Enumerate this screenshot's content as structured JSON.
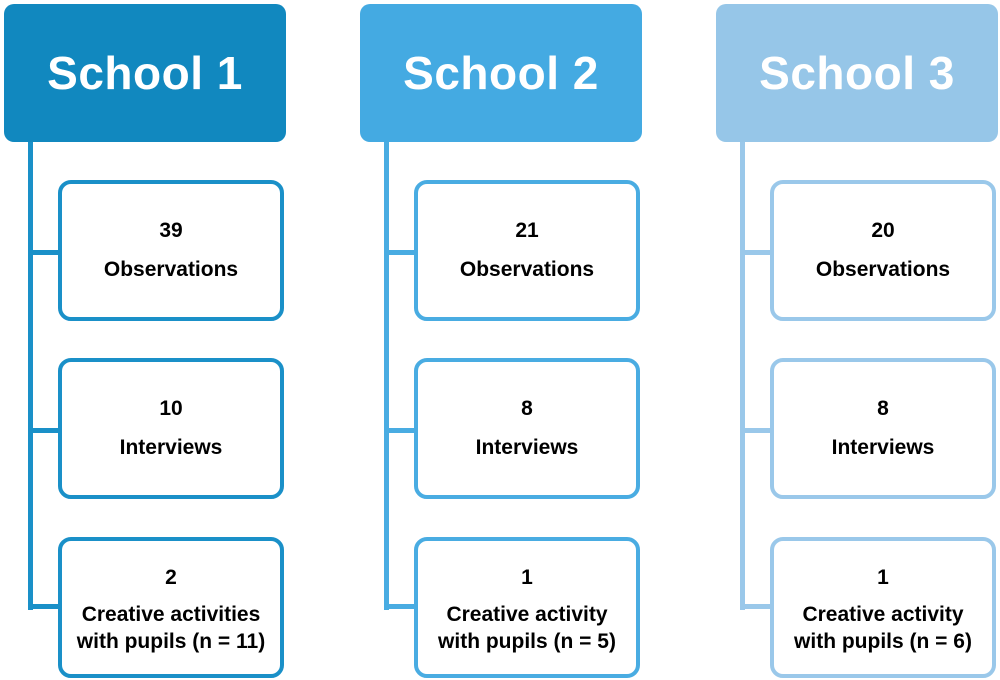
{
  "schools": [
    {
      "name": "School 1",
      "color": "#1188bf",
      "items": [
        {
          "count": "39",
          "label": "Observations"
        },
        {
          "count": "10",
          "label": "Interviews"
        },
        {
          "count": "2",
          "label_line1": "Creative activities",
          "label_line2": "with pupils (n = 11)"
        }
      ]
    },
    {
      "name": "School 2",
      "color": "#44aae2",
      "items": [
        {
          "count": "21",
          "label": "Observations"
        },
        {
          "count": "8",
          "label": "Interviews"
        },
        {
          "count": "1",
          "label_line1": "Creative activity",
          "label_line2": "with pupils (n = 5)"
        }
      ]
    },
    {
      "name": "School 3",
      "color": "#96c6e8",
      "items": [
        {
          "count": "20",
          "label": "Observations"
        },
        {
          "count": "8",
          "label": "Interviews"
        },
        {
          "count": "1",
          "label_line1": "Creative activity",
          "label_line2": "with pupils (n = 6)"
        }
      ]
    }
  ]
}
